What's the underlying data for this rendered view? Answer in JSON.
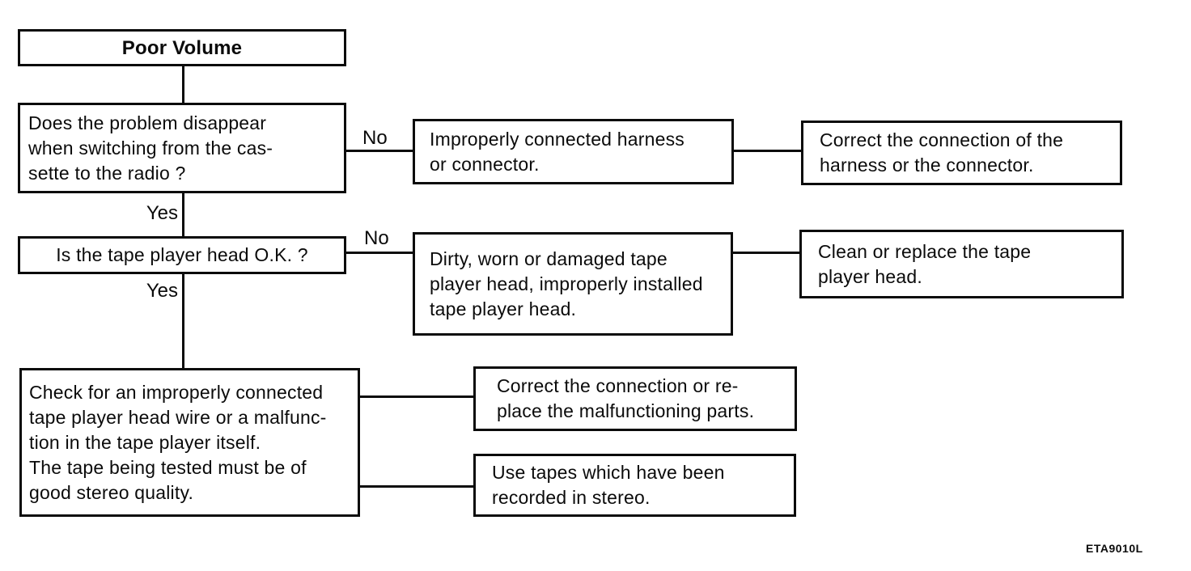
{
  "diagram": {
    "start": "Poor Volume",
    "questions": {
      "q1": "Does the problem disappear\nwhen switching from the cas-\nsette to the radio ?",
      "q2": "Is the tape player head O.K. ?",
      "q3": "Check for an improperly connected\ntape player head wire or a malfunc-\ntion in the tape player itself.\nThe tape being tested must be of\ngood stereo quality."
    },
    "causes": {
      "c1": "Improperly connected harness\nor connector.",
      "c2": "Dirty, worn or damaged tape\nplayer head, improperly installed\ntape player head."
    },
    "remedies": {
      "r1": "Correct the connection of the\nharness or the connector.",
      "r2": "Clean or replace the tape\nplayer head.",
      "r3": "Correct the connection or re-\nplace the malfunctioning parts.",
      "r4": "Use tapes which have been\nrecorded in stereo."
    },
    "labels": {
      "no1": "No",
      "yes1": "Yes",
      "no2": "No",
      "yes2": "Yes"
    },
    "figure_code": "ETA9010L",
    "colors": {
      "ink": "#0b0b0b",
      "background": "#ffffff"
    }
  }
}
